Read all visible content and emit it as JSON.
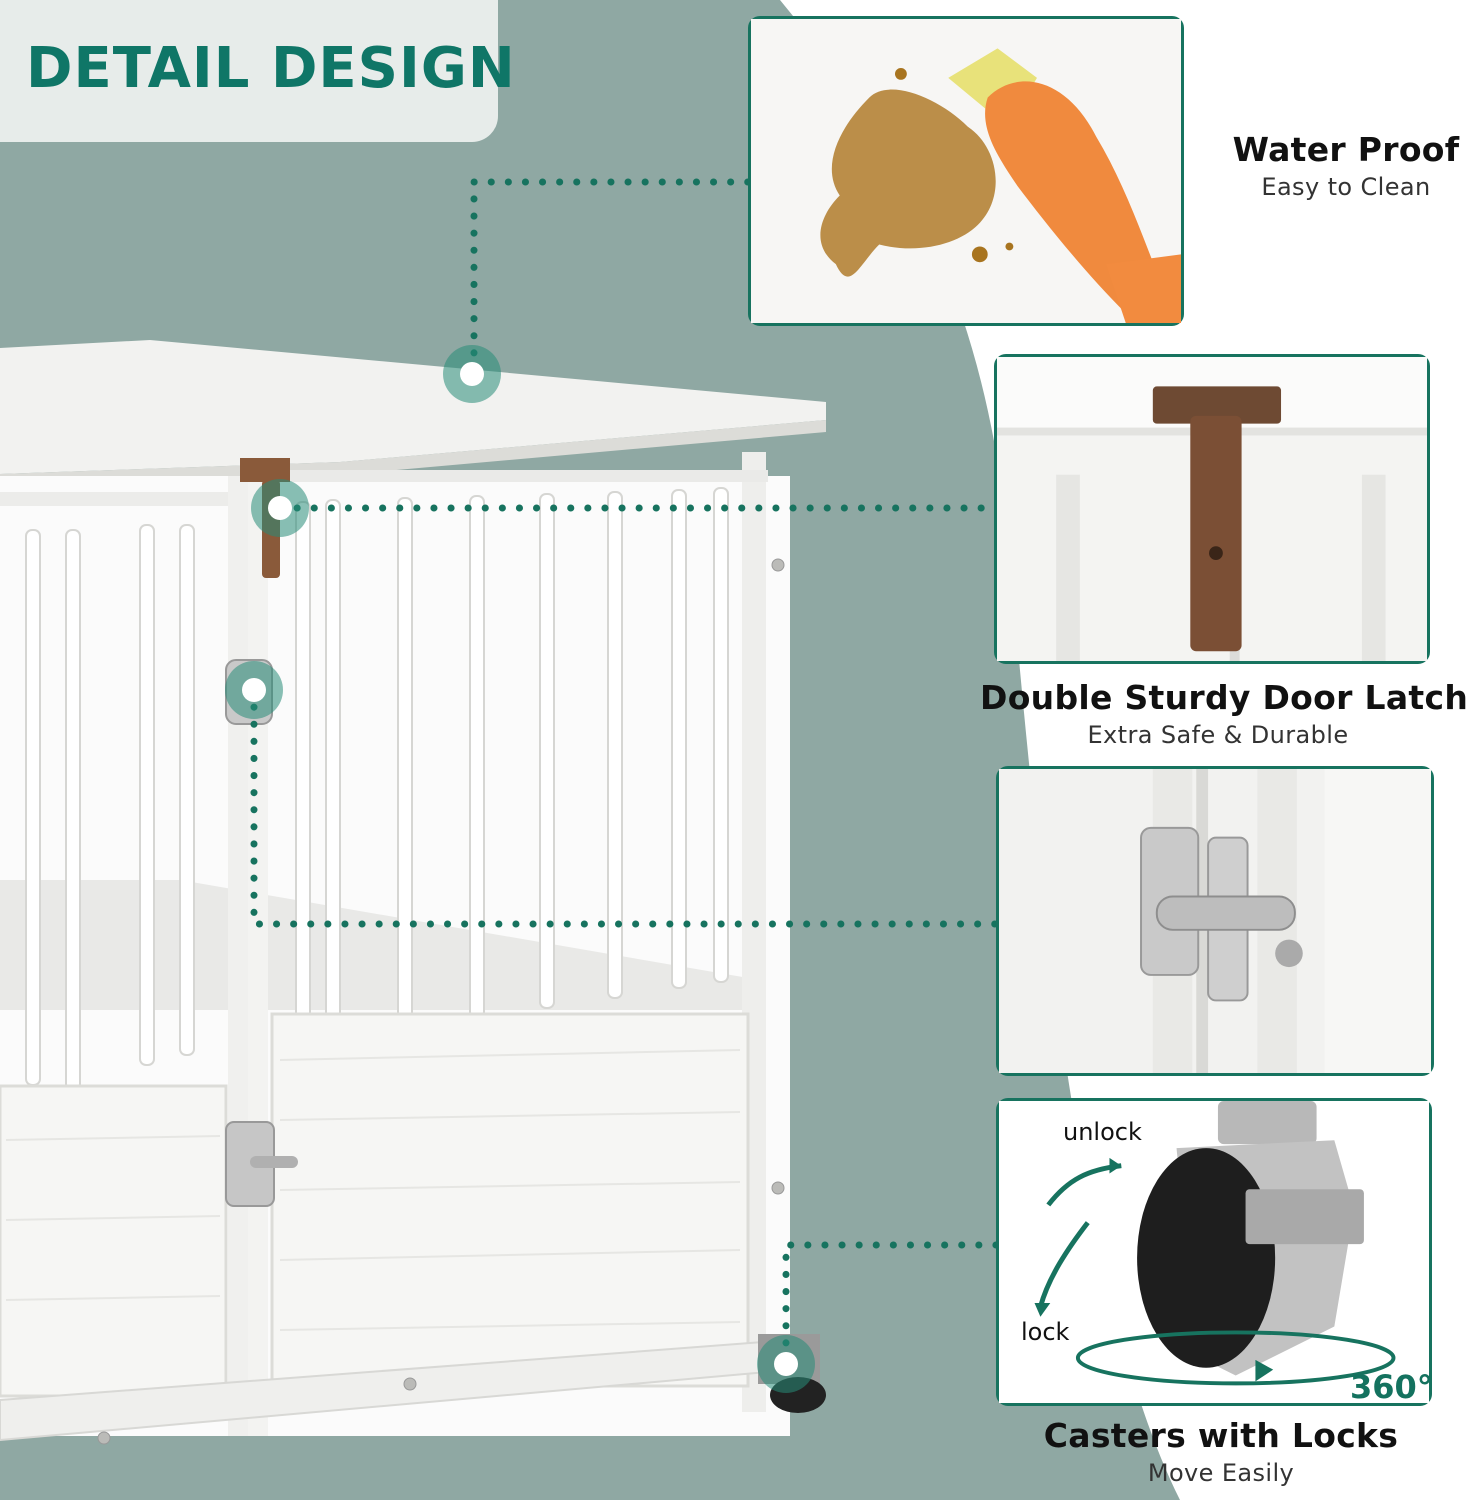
{
  "header": {
    "title": "DETAIL DESIGN"
  },
  "features": [
    {
      "title": "Water Proof",
      "subtitle": "Easy to Clean"
    },
    {
      "title": "Double Sturdy Door Latch",
      "subtitle": "Extra Safe & Durable"
    },
    {
      "title": "Casters with Locks",
      "subtitle": "Move Easily"
    }
  ],
  "caster_panel": {
    "unlock_label": "unlock",
    "lock_label": "lock",
    "rotation_label": "360°"
  },
  "colors": {
    "background": "#8fa8a3",
    "accent": "#17735f",
    "title_green": "#0f7667",
    "right_area": "#ffffff"
  }
}
